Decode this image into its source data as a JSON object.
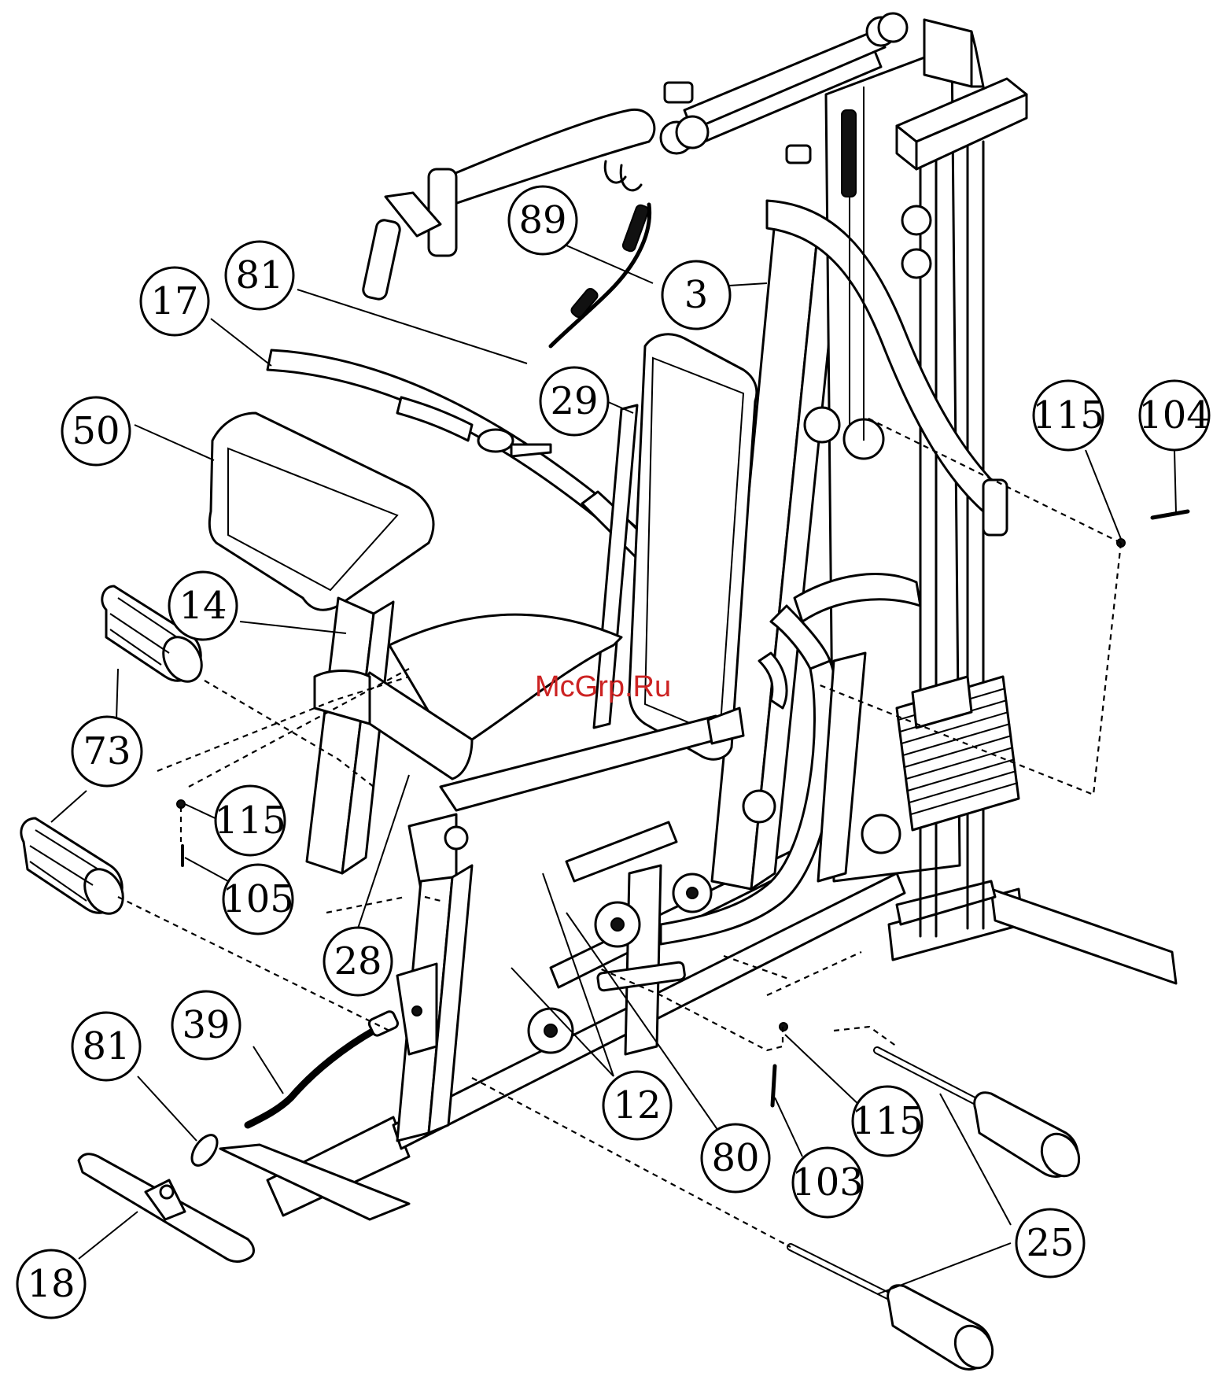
{
  "watermark": "McGrp.Ru",
  "callouts": [
    {
      "id": "c89",
      "label": "89"
    },
    {
      "id": "c81a",
      "label": "81"
    },
    {
      "id": "c17",
      "label": "17"
    },
    {
      "id": "c3",
      "label": "3"
    },
    {
      "id": "c50",
      "label": "50"
    },
    {
      "id": "c29",
      "label": "29"
    },
    {
      "id": "c115a",
      "label": "115"
    },
    {
      "id": "c104",
      "label": "104"
    },
    {
      "id": "c14",
      "label": "14"
    },
    {
      "id": "c73",
      "label": "73"
    },
    {
      "id": "c115b",
      "label": "115"
    },
    {
      "id": "c105",
      "label": "105"
    },
    {
      "id": "c28",
      "label": "28"
    },
    {
      "id": "c39",
      "label": "39"
    },
    {
      "id": "c81b",
      "label": "81"
    },
    {
      "id": "c12",
      "label": "12"
    },
    {
      "id": "c80",
      "label": "80"
    },
    {
      "id": "c115c",
      "label": "115"
    },
    {
      "id": "c103",
      "label": "103"
    },
    {
      "id": "c25",
      "label": "25"
    },
    {
      "id": "c18",
      "label": "18"
    }
  ]
}
